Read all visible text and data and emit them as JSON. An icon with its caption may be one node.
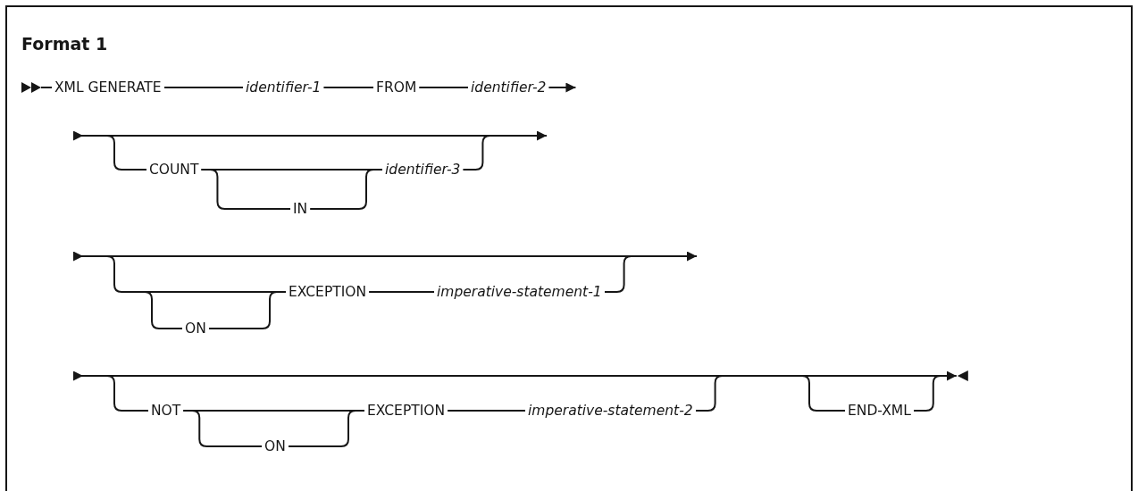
{
  "diagram": {
    "title": "Format 1",
    "nodes": [
      {
        "text": [
          "XML GENERATE"
        ]
      },
      {
        "text": [
          "identifier-1"
        ]
      },
      {
        "text": [
          "FROM"
        ]
      },
      {
        "text": [
          "identifier-2"
        ]
      },
      {
        "text": [
          "COUNT"
        ]
      },
      {
        "text": [
          "IN"
        ]
      },
      {
        "text": [
          "identifier-3"
        ]
      },
      {
        "text": [
          "ON"
        ]
      },
      {
        "text": [
          "EXCEPTION"
        ]
      },
      {
        "text": [
          "imperative-statement-1"
        ]
      },
      {
        "text": [
          "NOT"
        ]
      },
      {
        "text": [
          "ON"
        ]
      },
      {
        "text": [
          "EXCEPTION"
        ]
      },
      {
        "text": [
          "imperative-statement-2"
        ]
      },
      {
        "text": [
          "END-XML"
        ]
      }
    ],
    "edges": [
      {
        "from": 0,
        "to": 1,
        "arrow": "none"
      },
      {
        "from": 1,
        "to": 2,
        "arrow": "none"
      },
      {
        "from": 2,
        "to": 3,
        "arrow": "none"
      },
      {
        "from": 4,
        "to": 6,
        "arrow": "none"
      },
      {
        "from": 4,
        "to": 5,
        "arrow": "none"
      },
      {
        "from": 5,
        "to": 6,
        "arrow": "none"
      },
      {
        "from": 8,
        "to": 9,
        "arrow": "none"
      },
      {
        "from": 7,
        "to": 8,
        "arrow": "none"
      },
      {
        "from": 10,
        "to": 12,
        "arrow": "none"
      },
      {
        "from": 10,
        "to": 11,
        "arrow": "none"
      },
      {
        "from": 11,
        "to": 12,
        "arrow": "none"
      },
      {
        "from": 12,
        "to": 13,
        "arrow": "none"
      },
      {
        "from": 3,
        "to": null,
        "arrow": "to"
      },
      {
        "from": null,
        "to": 4,
        "arrow": "none"
      },
      {
        "from": 6,
        "to": null,
        "arrow": "none"
      },
      {
        "from": null,
        "to": 8,
        "arrow": "none"
      },
      {
        "from": null,
        "to": 7,
        "arrow": "none"
      },
      {
        "from": 9,
        "to": null,
        "arrow": "none"
      },
      {
        "from": null,
        "to": 10,
        "arrow": "none"
      },
      {
        "from": 13,
        "to": 14,
        "arrow": "none"
      },
      {
        "from": 14,
        "to": null,
        "arrow": "none"
      }
    ]
  }
}
